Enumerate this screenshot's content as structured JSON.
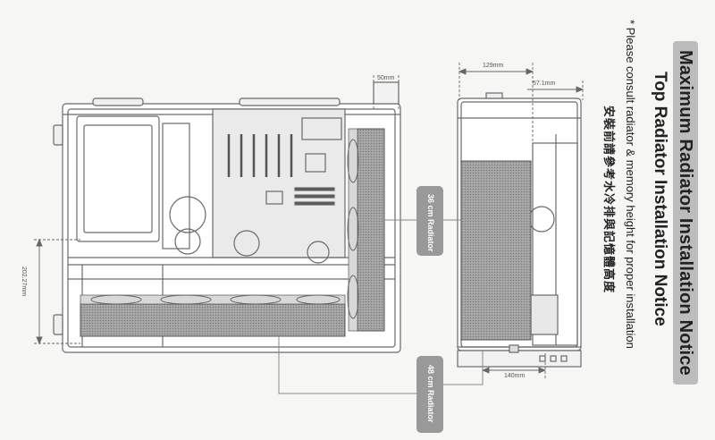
{
  "notice": {
    "title": "Maximum Radiator Installation Notice",
    "subtitle": "Top Radiator Installation Notice",
    "note": "* Please consult radiator & memory height for proper installation",
    "note_chinese": "安裝前請參考水冷排與記憶體高度"
  },
  "dimensions": {
    "top_clearance": "50mm",
    "side_height": "202.27mm",
    "front_width": "129mm",
    "front_offset": "57.1mm",
    "bottom_width": "140mm"
  },
  "badges": {
    "radiator_36": "36 cm Radiator",
    "radiator_48": "48 cm Radiator"
  },
  "colors": {
    "line": "#6a6a6a",
    "radiator_fill": "#8e8e8e",
    "badge": "#999999",
    "pill": "#bcbcbc"
  }
}
